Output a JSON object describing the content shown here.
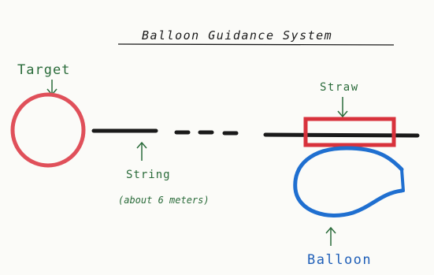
{
  "title": "Balloon Guidance System",
  "labels": {
    "target": "Target",
    "straw": "Straw",
    "string": "String",
    "string_note": "(about 6 meters)",
    "balloon": "Balloon"
  },
  "colors": {
    "target": "#e0505a",
    "straw": "#d8323c",
    "string": "#1a1a1a",
    "balloon": "#1f6fd0",
    "ink": "#2a6b3a",
    "title_ink": "#1a1a1a"
  }
}
